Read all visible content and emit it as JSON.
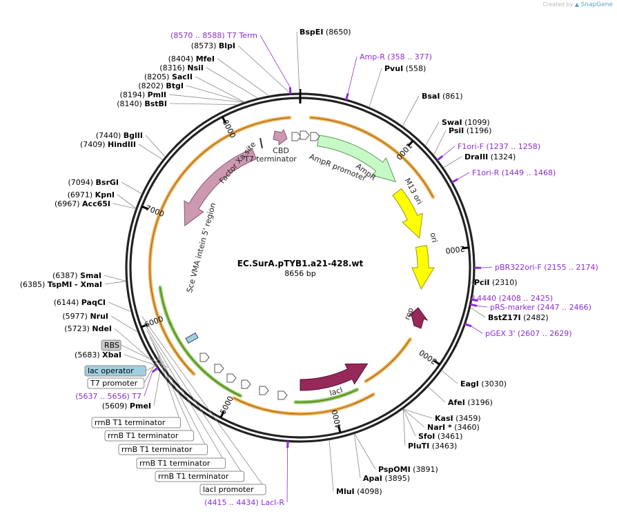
{
  "brand": {
    "created_by": "Created by",
    "product": "SnapGene"
  },
  "plasmid": {
    "name": "EC.SurA.pTYB1.a21-428.wt",
    "length": "8656 bp",
    "total_bp": 8656
  },
  "colors": {
    "primer": "#8b2bd6",
    "feature_pink": "#cc99b1",
    "cds_maroon": "#96285a",
    "ori_yellow": "#ffff00",
    "ampr_green": "#c6f9c6",
    "orange": "#f0a030",
    "lac_blue": "#9fcfe0"
  },
  "ticks": [
    {
      "bp": 1000,
      "label": "1000"
    },
    {
      "bp": 2000,
      "label": "2000"
    },
    {
      "bp": 3000,
      "label": "3000"
    },
    {
      "bp": 4000,
      "label": "4000"
    },
    {
      "bp": 5000,
      "label": "5000"
    },
    {
      "bp": 6000,
      "label": "6000"
    },
    {
      "bp": 7000,
      "label": "7000"
    },
    {
      "bp": 8000,
      "label": "8000"
    }
  ],
  "sites": [
    {
      "name": "BspEI",
      "pos": "(8650)",
      "bp": 8650
    },
    {
      "name": "PvuI",
      "pos": "(558)",
      "bp": 558
    },
    {
      "name": "BsaI",
      "pos": "(861)",
      "bp": 861
    },
    {
      "name": "SwaI",
      "pos": "(1099)",
      "bp": 1099
    },
    {
      "name": "PsiI",
      "pos": "(1196)",
      "bp": 1196
    },
    {
      "name": "DraIII",
      "pos": "(1324)",
      "bp": 1324
    },
    {
      "name": "PciI",
      "pos": "(2310)",
      "bp": 2310
    },
    {
      "name": "BstZ17I",
      "pos": "(2482)",
      "bp": 2482
    },
    {
      "name": "EagI",
      "pos": "(3030)",
      "bp": 3030
    },
    {
      "name": "AfeI",
      "pos": "(3196)",
      "bp": 3196
    },
    {
      "name": "KasI",
      "pos": "(3459)",
      "bp": 3459
    },
    {
      "name": "NarI *",
      "pos": "(3460)",
      "bp": 3460
    },
    {
      "name": "SfoI",
      "pos": "(3461)",
      "bp": 3461
    },
    {
      "name": "PluTI",
      "pos": "(3463)",
      "bp": 3463
    },
    {
      "name": "PspOMI",
      "pos": "(3891)",
      "bp": 3891
    },
    {
      "name": "ApaI",
      "pos": "(3895)",
      "bp": 3895
    },
    {
      "name": "MluI",
      "pos": "(4098)",
      "bp": 4098
    },
    {
      "name": "PmeI",
      "pos": "(5609)",
      "bp": 5609
    },
    {
      "name": "XbaI",
      "pos": "(5683)",
      "bp": 5683
    },
    {
      "name": "NdeI",
      "pos": "(5723)",
      "bp": 5723
    },
    {
      "name": "NruI",
      "pos": "(5977)",
      "bp": 5977
    },
    {
      "name": "PaqCI",
      "pos": "(6144)",
      "bp": 6144
    },
    {
      "name": "SmaI",
      "pos": "(6387)",
      "bp": 6387
    },
    {
      "name": "TspMI",
      "pos": "(6385)",
      "bp": 6385,
      "extra": "- XmaI"
    },
    {
      "name": "Acc65I",
      "pos": "(6967)",
      "bp": 6967
    },
    {
      "name": "KpnI",
      "pos": "(6971)",
      "bp": 6971
    },
    {
      "name": "BsrGI",
      "pos": "(7094)",
      "bp": 7094
    },
    {
      "name": "HindIII",
      "pos": "(7409)",
      "bp": 7409
    },
    {
      "name": "BglII",
      "pos": "(7440)",
      "bp": 7440
    },
    {
      "name": "BstBI",
      "pos": "(8140)",
      "bp": 8140
    },
    {
      "name": "PmlI",
      "pos": "(8194)",
      "bp": 8194
    },
    {
      "name": "BtgI",
      "pos": "(8202)",
      "bp": 8202
    },
    {
      "name": "SacII",
      "pos": "(8205)",
      "bp": 8205
    },
    {
      "name": "NsiI",
      "pos": "(8316)",
      "bp": 8316
    },
    {
      "name": "MfeI",
      "pos": "(8404)",
      "bp": 8404
    },
    {
      "name": "BlpI",
      "pos": "(8573)",
      "bp": 8573
    }
  ],
  "primers": [
    {
      "label": "Amp-R",
      "range": "(358 .. 377)",
      "bp": 368
    },
    {
      "label": "F1ori-F",
      "range": "(1237 .. 1258)",
      "bp": 1248
    },
    {
      "label": "F1ori-R",
      "range": "(1449 .. 1468)",
      "bp": 1458
    },
    {
      "label": "pBR322ori-F",
      "range": "(2155 .. 2174)",
      "bp": 2165
    },
    {
      "label": "L4440",
      "range": "(2408 .. 2425)",
      "bp": 2417
    },
    {
      "label": "pRS-marker",
      "range": "(2447 .. 2466)",
      "bp": 2457
    },
    {
      "label": "pGEX 3'",
      "range": "(2607 .. 2629)",
      "bp": 2618
    },
    {
      "label": "LacI-R",
      "range": "(4415 .. 4434)",
      "bp": 4425
    },
    {
      "label": "T7",
      "range": "(5637 .. 5656)",
      "bp": 5646
    },
    {
      "label": "T7 Term",
      "range": "(8570 .. 8588)",
      "bp": 8579
    }
  ],
  "features": [
    {
      "label": "AmpR",
      "type": "cds"
    },
    {
      "label": "AmpR promoter",
      "type": "promoter"
    },
    {
      "label": "M13 ori",
      "type": "ori"
    },
    {
      "label": "ori",
      "type": "ori"
    },
    {
      "label": "rop",
      "type": "cds"
    },
    {
      "label": "lacI",
      "type": "cds"
    },
    {
      "label": "Sce VMA intein 5' region",
      "type": "misc"
    },
    {
      "label": "Factor Xa site",
      "type": "site"
    },
    {
      "label": "CBD",
      "type": "misc"
    },
    {
      "label": "T7 terminator",
      "type": "terminator"
    }
  ],
  "boxed_labels": [
    {
      "label": "RBS",
      "style": "grey"
    },
    {
      "label": "lac operator",
      "style": "blue"
    },
    {
      "label": "T7 promoter",
      "style": "white"
    },
    {
      "label": "rrnB T1 terminator",
      "style": "white"
    },
    {
      "label": "rrnB T1 terminator",
      "style": "white"
    },
    {
      "label": "rrnB T1 terminator",
      "style": "white"
    },
    {
      "label": "rrnB T1 terminator",
      "style": "white"
    },
    {
      "label": "rrnB T1 terminator",
      "style": "white"
    },
    {
      "label": "lacI promoter",
      "style": "white"
    }
  ]
}
